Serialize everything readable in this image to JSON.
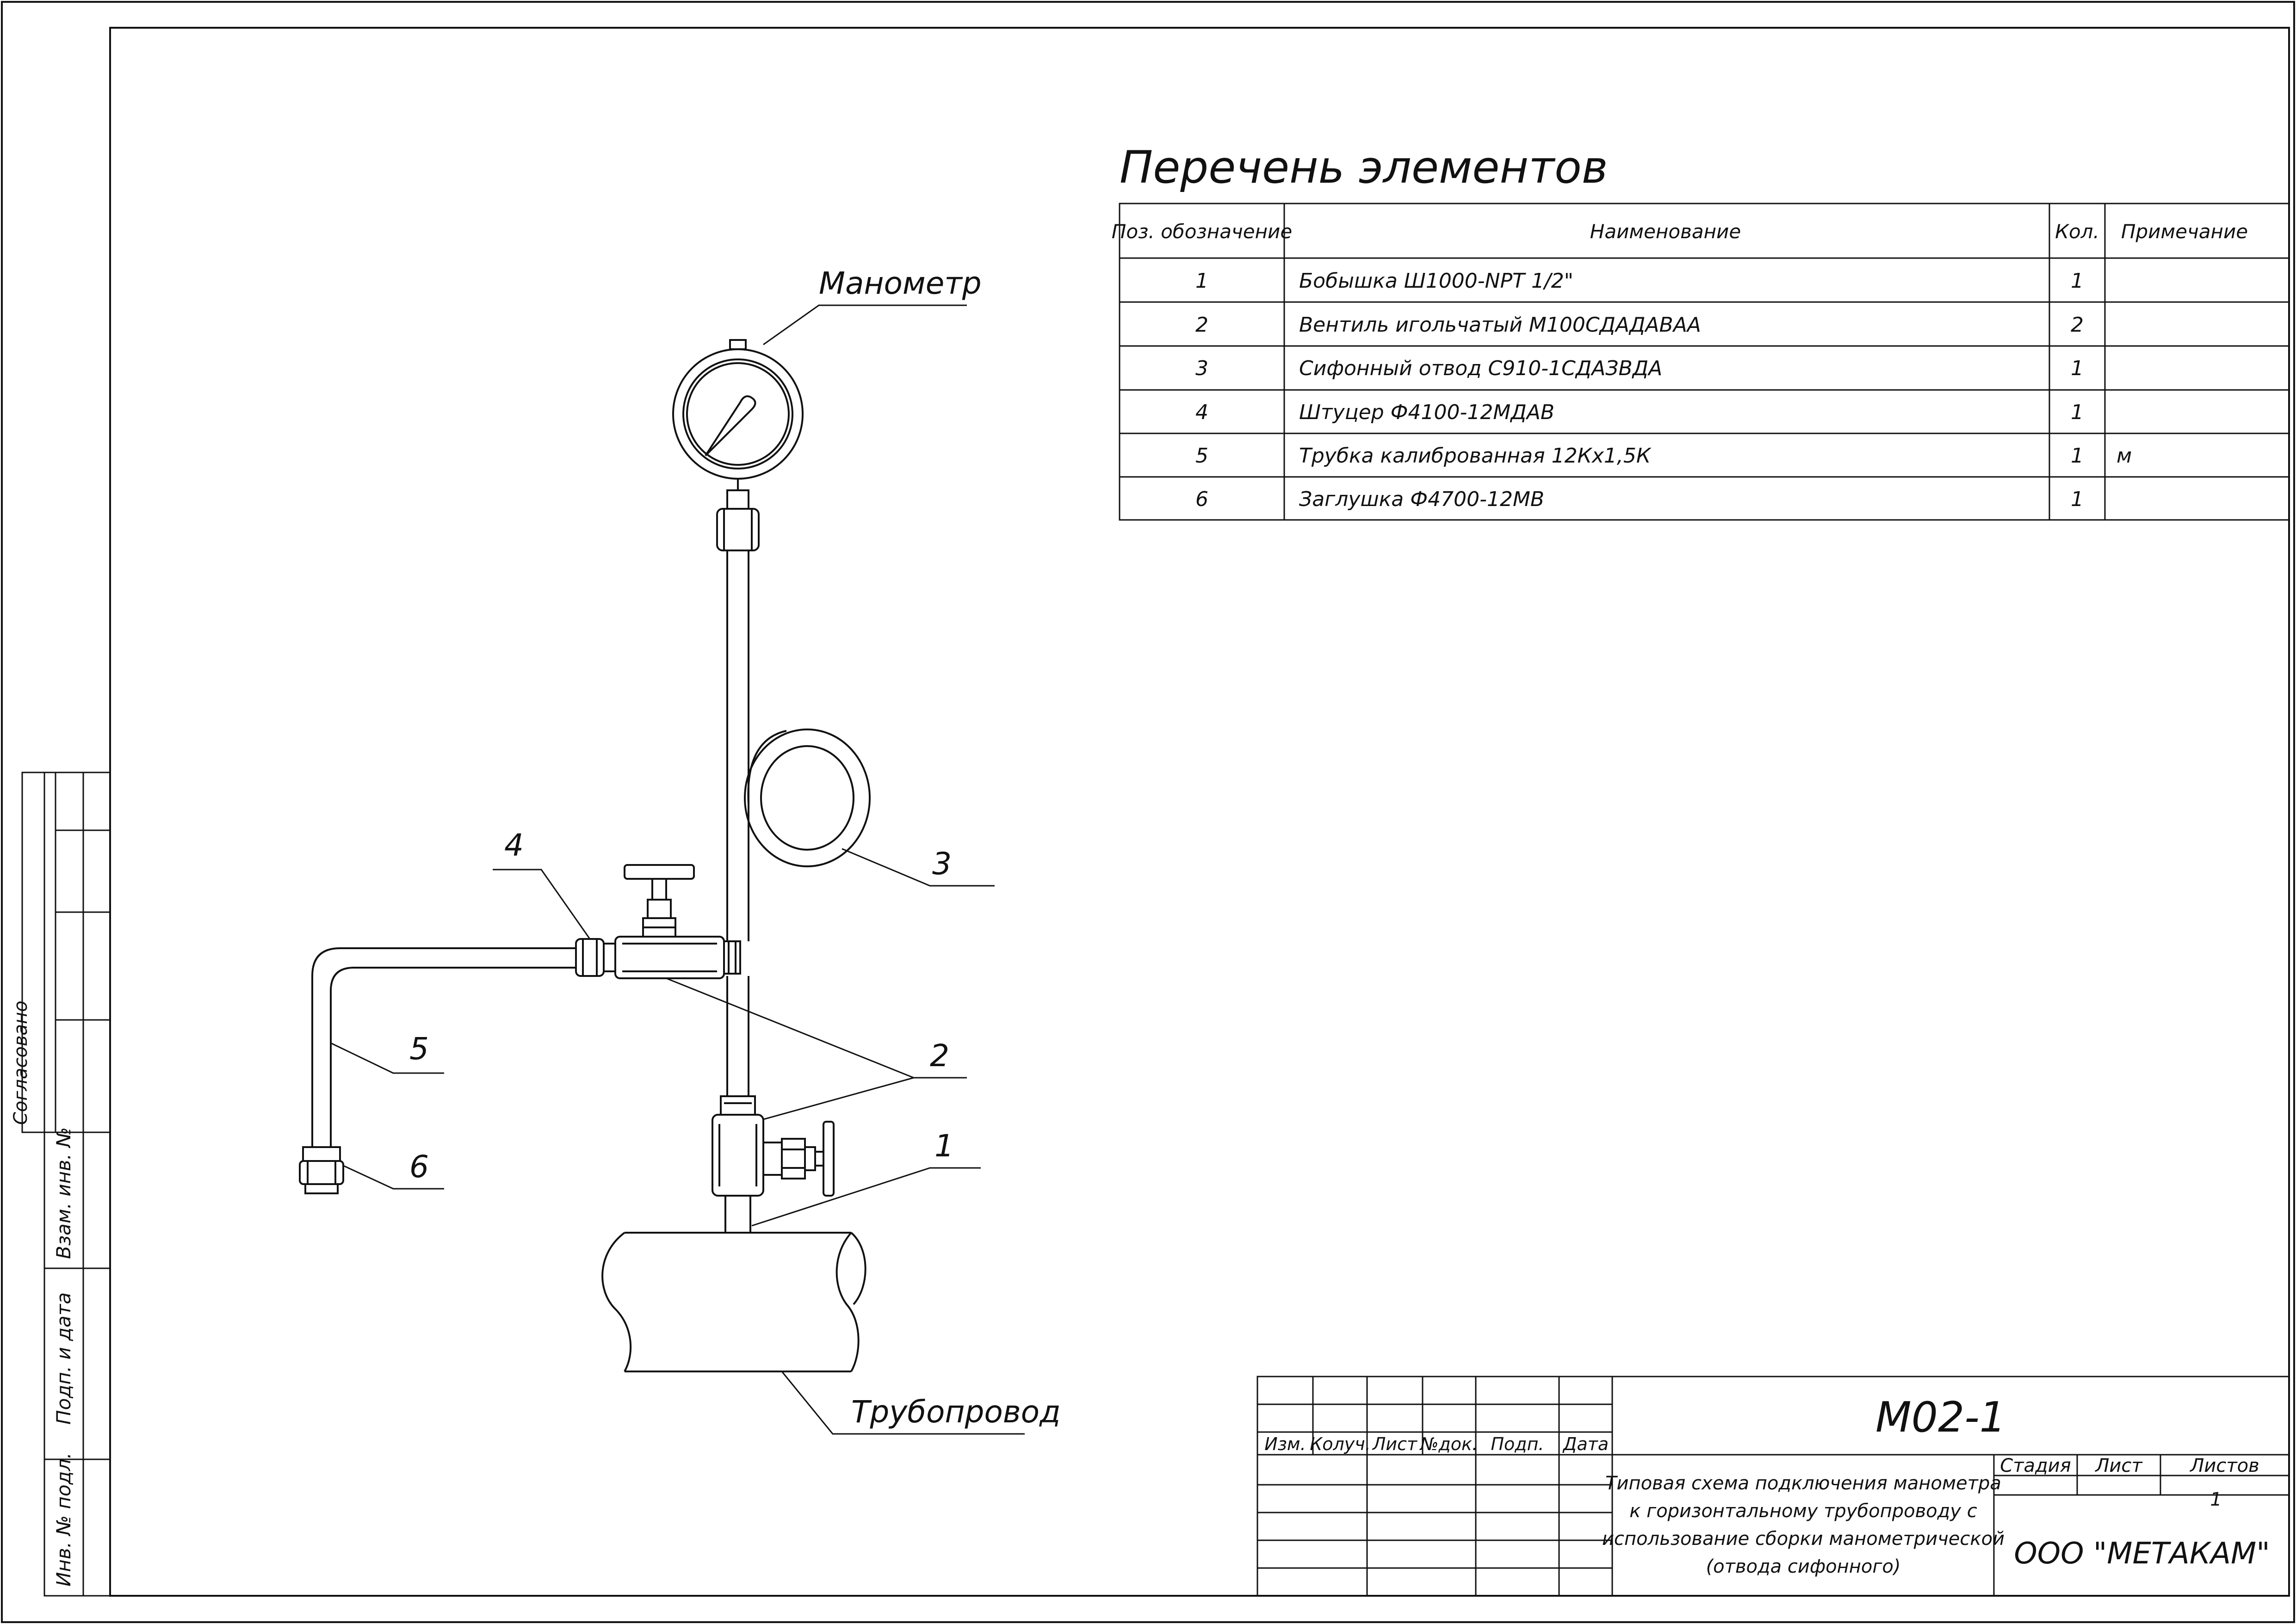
{
  "drawing": {
    "list_title": "Перечень элементов",
    "labels": {
      "manometer": "Манометр",
      "pipeline": "Трубопровод",
      "pos1": "1",
      "pos2": "2",
      "pos3": "3",
      "pos4": "4",
      "pos5": "5",
      "pos6": "6"
    }
  },
  "elements_table": {
    "headers": {
      "pos": "Поз. обозначение",
      "name": "Наименование",
      "qty": "Кол.",
      "note": "Примечание"
    },
    "rows": [
      {
        "pos": "1",
        "name": "Бобышка Ш1000-NPT 1/2\"",
        "qty": "1",
        "note": ""
      },
      {
        "pos": "2",
        "name": "Вентиль игольчатый М100СДАДАВАА",
        "qty": "2",
        "note": ""
      },
      {
        "pos": "3",
        "name": "Сифонный отвод С910-1СДАЗВДА",
        "qty": "1",
        "note": ""
      },
      {
        "pos": "4",
        "name": "Штуцер Ф4100-12МДАВ",
        "qty": "1",
        "note": ""
      },
      {
        "pos": "5",
        "name": "Трубка калиброванная 12Кх1,5К",
        "qty": "1",
        "note": "м"
      },
      {
        "pos": "6",
        "name": "Заглушка Ф4700-12МВ",
        "qty": "1",
        "note": ""
      }
    ]
  },
  "side_stamp": {
    "agreed": "Согласовано",
    "vzam": "Взам. инв. №",
    "podp_data": "Подп. и дата",
    "inv_podl": "Инв. № подл."
  },
  "title_block": {
    "designation": "М02-1",
    "cols": {
      "izm": "Изм.",
      "koluch": "Колуч.",
      "list": "Лист",
      "ndok": "№док.",
      "podp": "Подп.",
      "data": "Дата"
    },
    "description_lines": [
      "Типовая схема подключения манометра",
      "к горизонтальному трубопроводу с",
      "использование сборки манометрической",
      "(отвода сифонного)"
    ],
    "stage_label": "Стадия",
    "sheet_label": "Лист",
    "sheets_label": "Листов",
    "sheets_value": "1",
    "company": "ООО \"МЕТАКАМ\""
  }
}
